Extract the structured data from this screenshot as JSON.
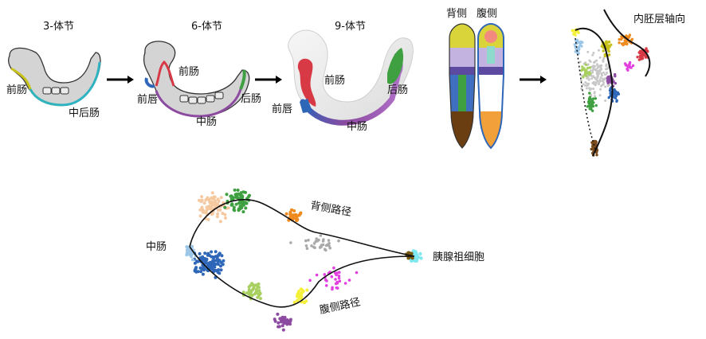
{
  "stages": {
    "s3": {
      "title": "3-体节",
      "foregut": "前肠",
      "midhindgut": "中后肠"
    },
    "s6": {
      "title": "6-体节",
      "foregut": "前肠",
      "forelip": "前唇",
      "hindgut": "后肠",
      "midgut": "中肠"
    },
    "s9": {
      "title": "9-体节",
      "foregut": "前肠",
      "forelip": "前唇",
      "hindgut": "后肠",
      "midgut": "中肠"
    }
  },
  "dorsal_ventral": {
    "dorsal": "背侧",
    "ventral": "腹侧"
  },
  "axis_label": "内胚层轴向",
  "trajectory": {
    "midgut": "中肠",
    "dorsal_path": "背侧路径",
    "ventral_path": "腹侧路径",
    "progenitor": "胰腺祖细胞"
  },
  "colors": {
    "foregut_yellow": "#c8c21c",
    "midgut_teal": "#2fb3c2",
    "forelip_blue": "#2e66b8",
    "foregut_red": "#d73a45",
    "hindgut_green": "#3ea040",
    "midgut_purple": "#8c4aa0",
    "brown": "#7a4a1a",
    "orange": "#f08a1e",
    "peach": "#f5c9a0",
    "light_blue": "#9cc7e8",
    "magenta": "#e33fe0",
    "lime": "#a8d060",
    "cyan": "#7fe8f0",
    "gray": "#aaaaaa"
  }
}
